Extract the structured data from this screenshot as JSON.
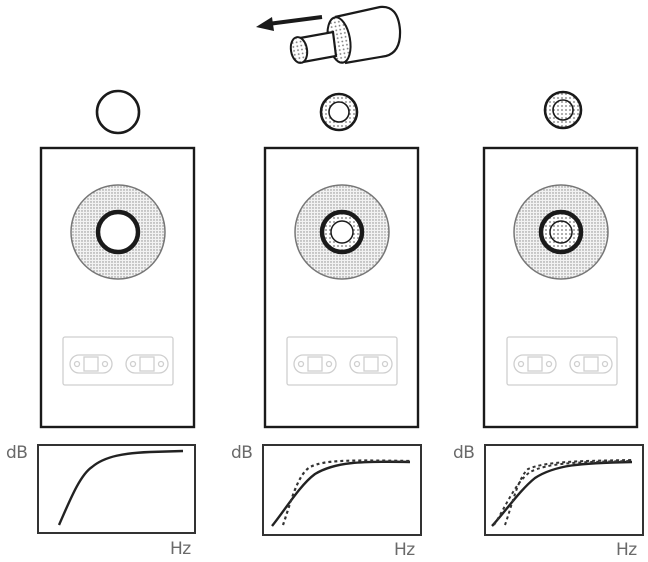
{
  "figure": {
    "description": "Bass-reflex speaker port plug (foam bung) illustration: open port, foam ring insert, full foam plug, with corresponding frequency response curves",
    "plug_arrow_direction": "left",
    "colors": {
      "line": "#1a1a1a",
      "stipple": "#8a8a8a",
      "faint": "#c8c8c8",
      "label": "#6a6a6a"
    }
  },
  "panels": [
    {
      "id": "open-port",
      "port_fill": "none",
      "graph": {
        "ylabel": "dB",
        "xlabel": "Hz",
        "curves": [
          "solid"
        ]
      }
    },
    {
      "id": "ring-insert",
      "port_fill": "ring",
      "graph": {
        "ylabel": "dB",
        "xlabel": "Hz",
        "curves": [
          "solid",
          "dashed"
        ]
      }
    },
    {
      "id": "full-plug",
      "port_fill": "full",
      "graph": {
        "ylabel": "dB",
        "xlabel": "Hz",
        "curves": [
          "solid",
          "dashed",
          "dashed"
        ]
      }
    }
  ],
  "chart_data": [
    {
      "type": "line",
      "title": "",
      "xlabel": "Hz",
      "ylabel": "dB",
      "grid": false,
      "series": [
        {
          "name": "open port",
          "style": "solid",
          "x": [
            0.1,
            0.2,
            0.3,
            0.45,
            0.6,
            0.8,
            1.0
          ],
          "y": [
            0.05,
            0.5,
            0.78,
            0.9,
            0.93,
            0.94,
            0.94
          ]
        }
      ]
    },
    {
      "type": "line",
      "title": "",
      "xlabel": "Hz",
      "ylabel": "dB",
      "grid": false,
      "series": [
        {
          "name": "ring insert",
          "style": "solid",
          "x": [
            0.05,
            0.2,
            0.35,
            0.5,
            0.7,
            0.9,
            1.0
          ],
          "y": [
            0.05,
            0.35,
            0.65,
            0.82,
            0.9,
            0.92,
            0.92
          ]
        },
        {
          "name": "open port (reference)",
          "style": "dashed",
          "x": [
            0.15,
            0.22,
            0.3,
            0.45,
            0.6,
            0.8,
            1.0
          ],
          "y": [
            0.05,
            0.5,
            0.78,
            0.9,
            0.93,
            0.94,
            0.94
          ]
        }
      ]
    },
    {
      "type": "line",
      "title": "",
      "xlabel": "Hz",
      "ylabel": "dB",
      "grid": false,
      "series": [
        {
          "name": "full plug",
          "style": "solid",
          "x": [
            0.05,
            0.2,
            0.4,
            0.55,
            0.75,
            0.9,
            1.0
          ],
          "y": [
            0.05,
            0.3,
            0.6,
            0.78,
            0.88,
            0.92,
            0.92
          ]
        },
        {
          "name": "ring insert (reference)",
          "style": "dashed",
          "x": [
            0.05,
            0.2,
            0.35,
            0.5,
            0.7,
            0.9,
            1.0
          ],
          "y": [
            0.05,
            0.38,
            0.7,
            0.85,
            0.91,
            0.92,
            0.92
          ]
        },
        {
          "name": "open port (reference)",
          "style": "dashed",
          "x": [
            0.15,
            0.22,
            0.3,
            0.45,
            0.6,
            0.8,
            1.0
          ],
          "y": [
            0.05,
            0.5,
            0.78,
            0.9,
            0.93,
            0.94,
            0.94
          ]
        }
      ]
    }
  ]
}
